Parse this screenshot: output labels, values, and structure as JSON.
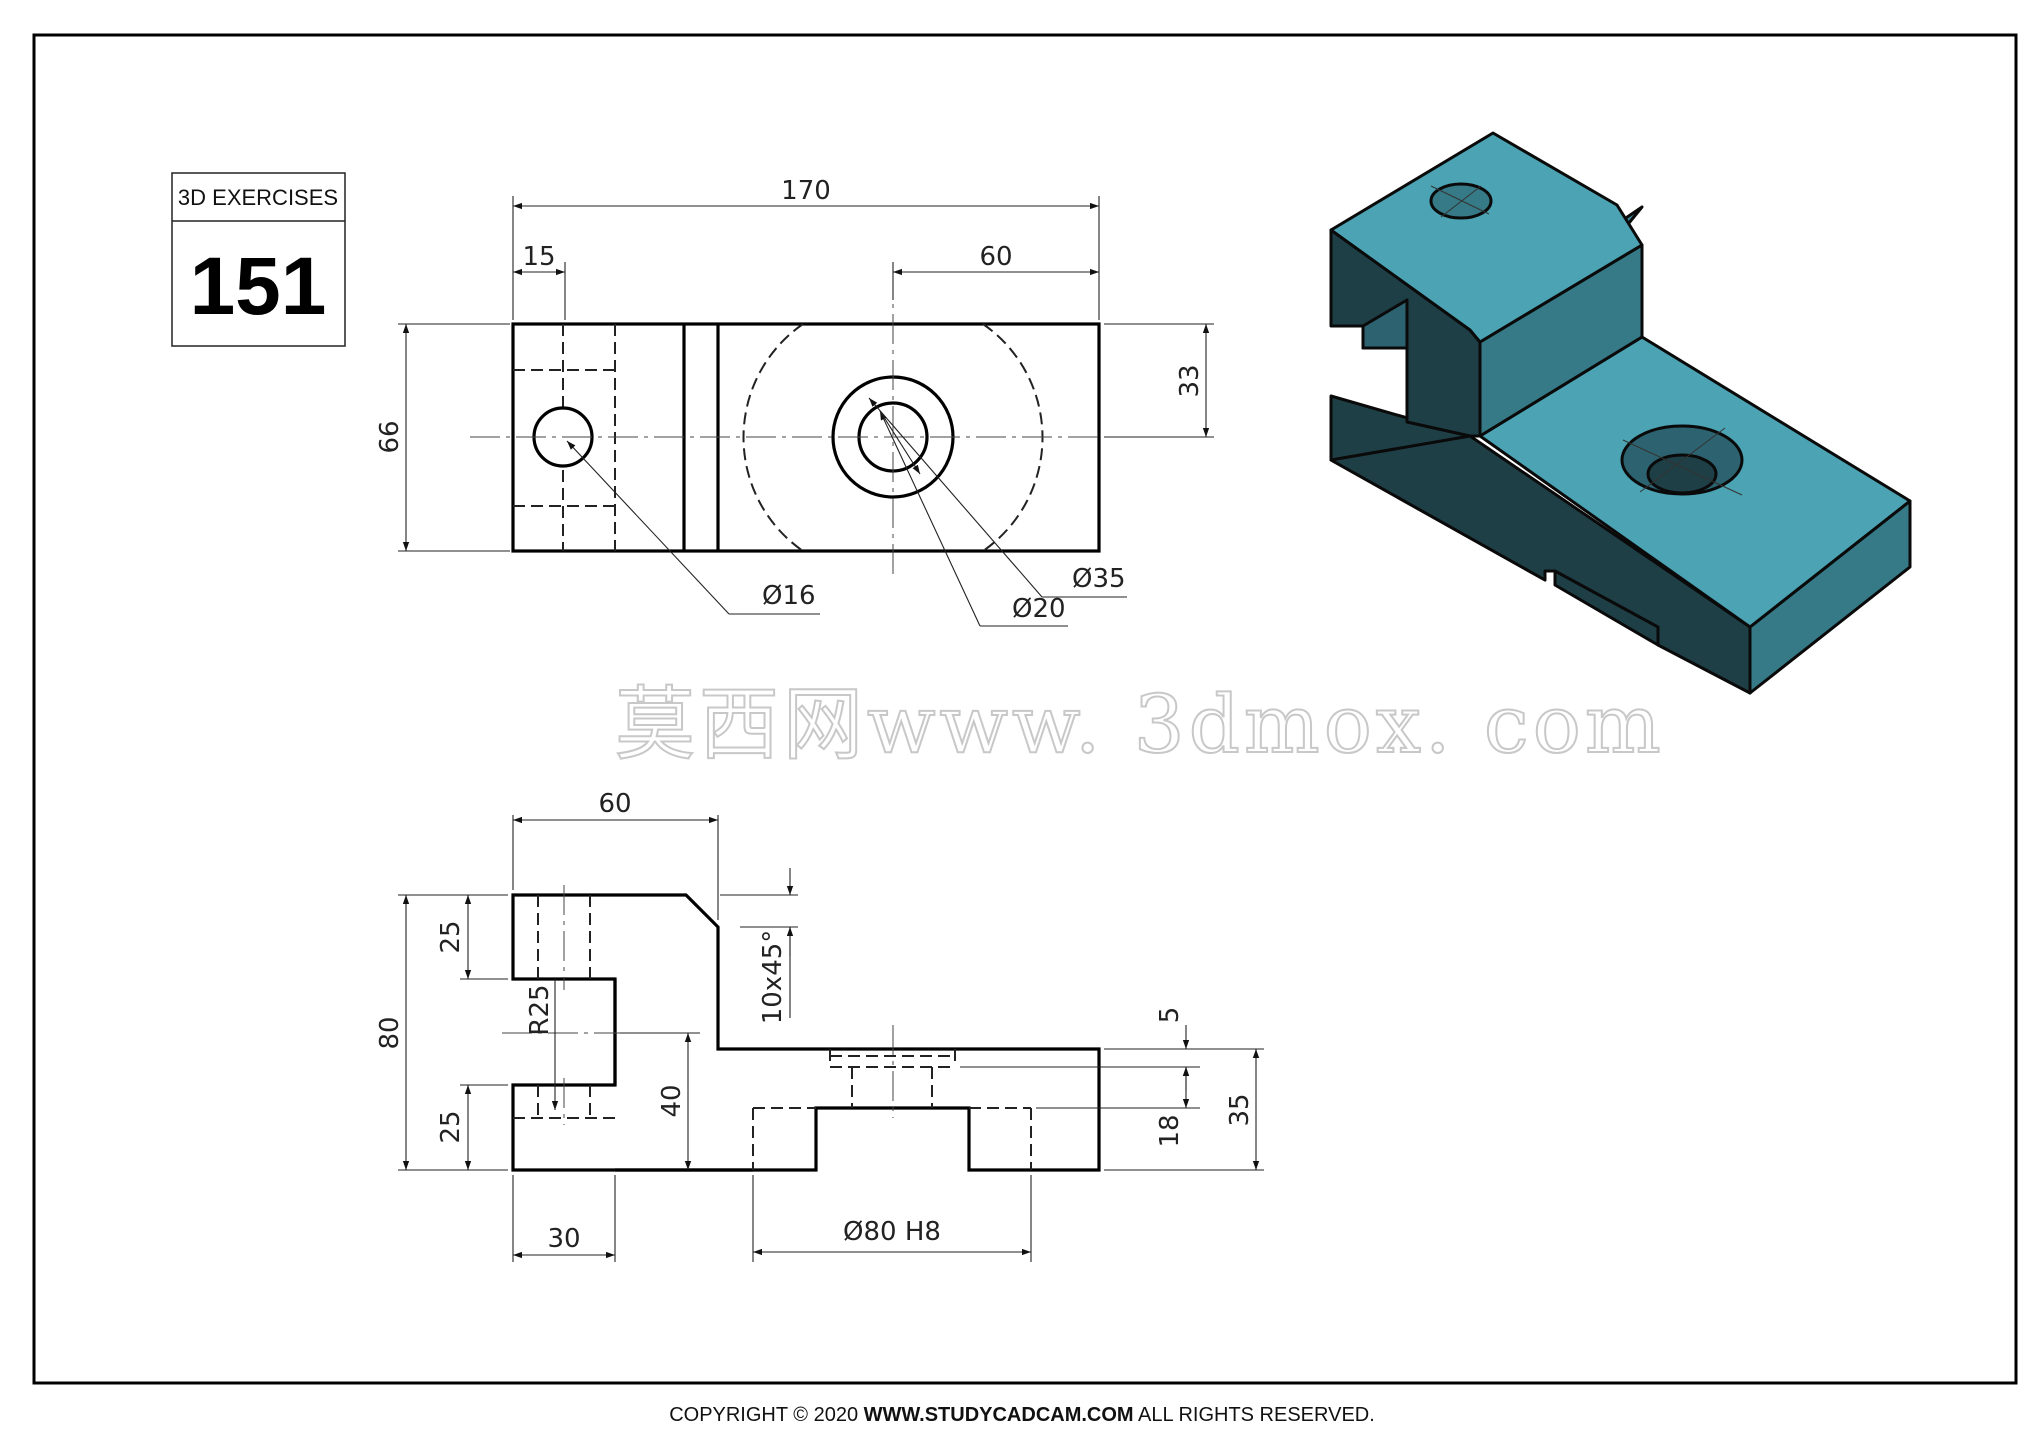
{
  "title_block": {
    "label": "3D EXERCISES",
    "number": "151"
  },
  "watermark": "莫西网www. 3dmox. com",
  "footer": {
    "prefix": "COPYRIGHT © 2020 ",
    "site": "WWW.STUDYCADCAM.COM",
    "suffix": " ALL RIGHTS RESERVED."
  },
  "top_view": {
    "dims": {
      "overall_length": "170",
      "left_offset": "15",
      "right_offset": "60",
      "width": "66",
      "half_width": "33",
      "hole_small": "Ø16",
      "hole_cbore": "Ø35",
      "hole_through": "Ø20"
    }
  },
  "front_view": {
    "dims": {
      "top_length": "60",
      "chamfer": "10x45°",
      "top_jaw": "25",
      "bottom_jaw": "25",
      "height": "80",
      "radius": "R25",
      "slot_depth": "40",
      "cbore_depth": "5",
      "boss_height": "18",
      "base_height": "35",
      "jaw_width": "30",
      "bore_fit": "Ø80 H8"
    }
  },
  "colors": {
    "iso_top": "#4BA3B3",
    "iso_front": "#367A87",
    "iso_dark": "#1F3F47",
    "border": "#000000"
  }
}
